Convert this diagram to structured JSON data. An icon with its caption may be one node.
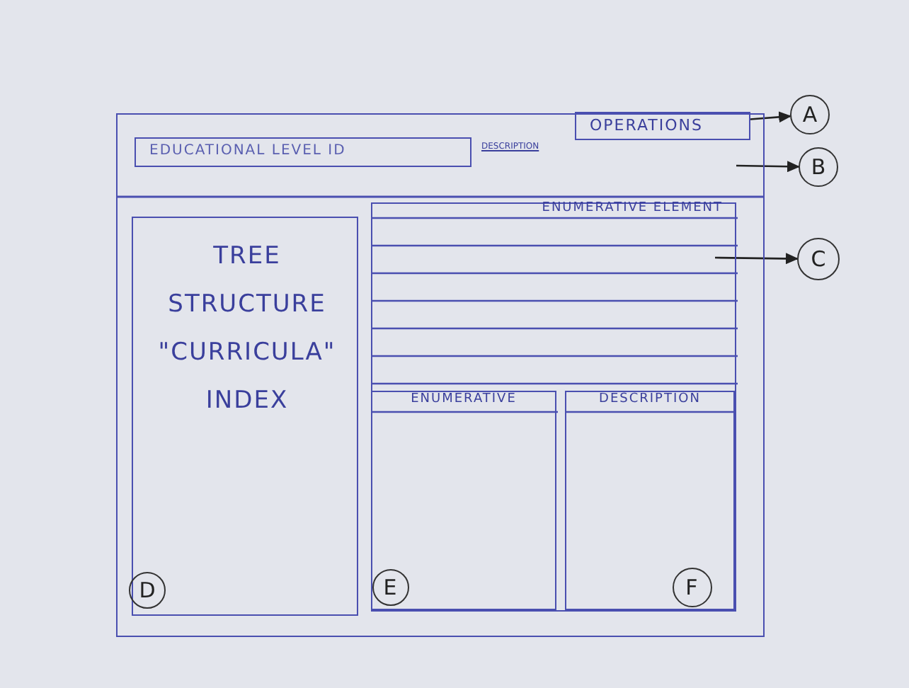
{
  "diagram": {
    "nodes": [
      {
        "text": [],
        "shape": "box"
      },
      {
        "text": [
          "OPERATIONS"
        ],
        "in": 0
      },
      {
        "text": [
          "EDUCATIONAL LEVEL ID"
        ],
        "in": 0
      },
      {
        "text": [
          "TREE STRUCTURE \"CURRICULA\" INDEX"
        ],
        "in": 0
      },
      {
        "text": [
          "D"
        ],
        "in": 3
      },
      {
        "text": [
          "ENUMERATIVE ELEMENT"
        ],
        "in": 0
      },
      {
        "text": [
          "ENUMERATIVE"
        ],
        "in": 5
      },
      {
        "text": [
          "E"
        ],
        "in": 6
      },
      {
        "text": [
          "DESCRIPTION"
        ],
        "in": 5
      },
      {
        "text": [
          "F"
        ],
        "in": 8
      },
      {
        "text": [
          "A"
        ]
      },
      {
        "text": [
          "B"
        ]
      },
      {
        "text": [
          "C"
        ]
      }
    ],
    "edges": [
      {
        "from": 1,
        "to": 10,
        "arrow": "to"
      },
      {
        "from": null,
        "to": 11,
        "arrow": "to"
      },
      {
        "from": null,
        "to": 12,
        "arrow": "to"
      }
    ],
    "labels": [
      "DESCRIPTION"
    ]
  }
}
